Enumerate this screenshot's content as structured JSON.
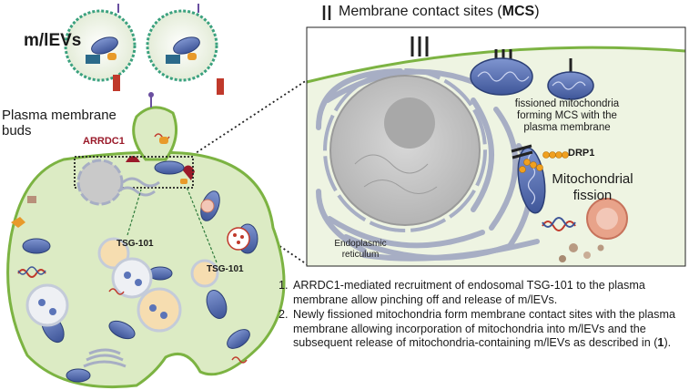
{
  "header": {
    "mcs_title_prefix": "Membrane contact sites (",
    "mcs_title_bold": "MCS",
    "mcs_title_suffix": ")"
  },
  "labels": {
    "mlevs": "m/lEVs",
    "plasma_membrane_buds": "Plasma membrane buds",
    "arrdc1": "ARRDC1",
    "tsg101_left": "TSG-101",
    "tsg101_right": "TSG-101",
    "fissioned_mito": "fissioned mitochondria forming MCS with the plasma membrane",
    "drp1": "DRP1",
    "mito_fission": "Mitochondrial fission",
    "er": "Endoplasmic reticulum"
  },
  "steps": [
    {
      "num": "1.",
      "text": "ARRDC1-mediated recruitment of endosomal TSG-101 to the plasma membrane allow pinching off and release of m/lEVs."
    },
    {
      "num": "2.",
      "text": "Newly fissioned mitochondria form membrane contact sites with the plasma membrane allowing incorporation of mitochondria into m/lEVs and the subsequent release of mitochondria-containing m/lEVs as described in (",
      "bold": "1",
      "end": ")."
    }
  ],
  "colors": {
    "cell_fill": "#dcebc4",
    "cell_border": "#7cb342",
    "mito": "#5b74b8",
    "arrdc1": "#9a1a2a",
    "tsg101": "#e89a2a",
    "er": "#a7aec4",
    "zoom_bg": "#eef4e2"
  }
}
